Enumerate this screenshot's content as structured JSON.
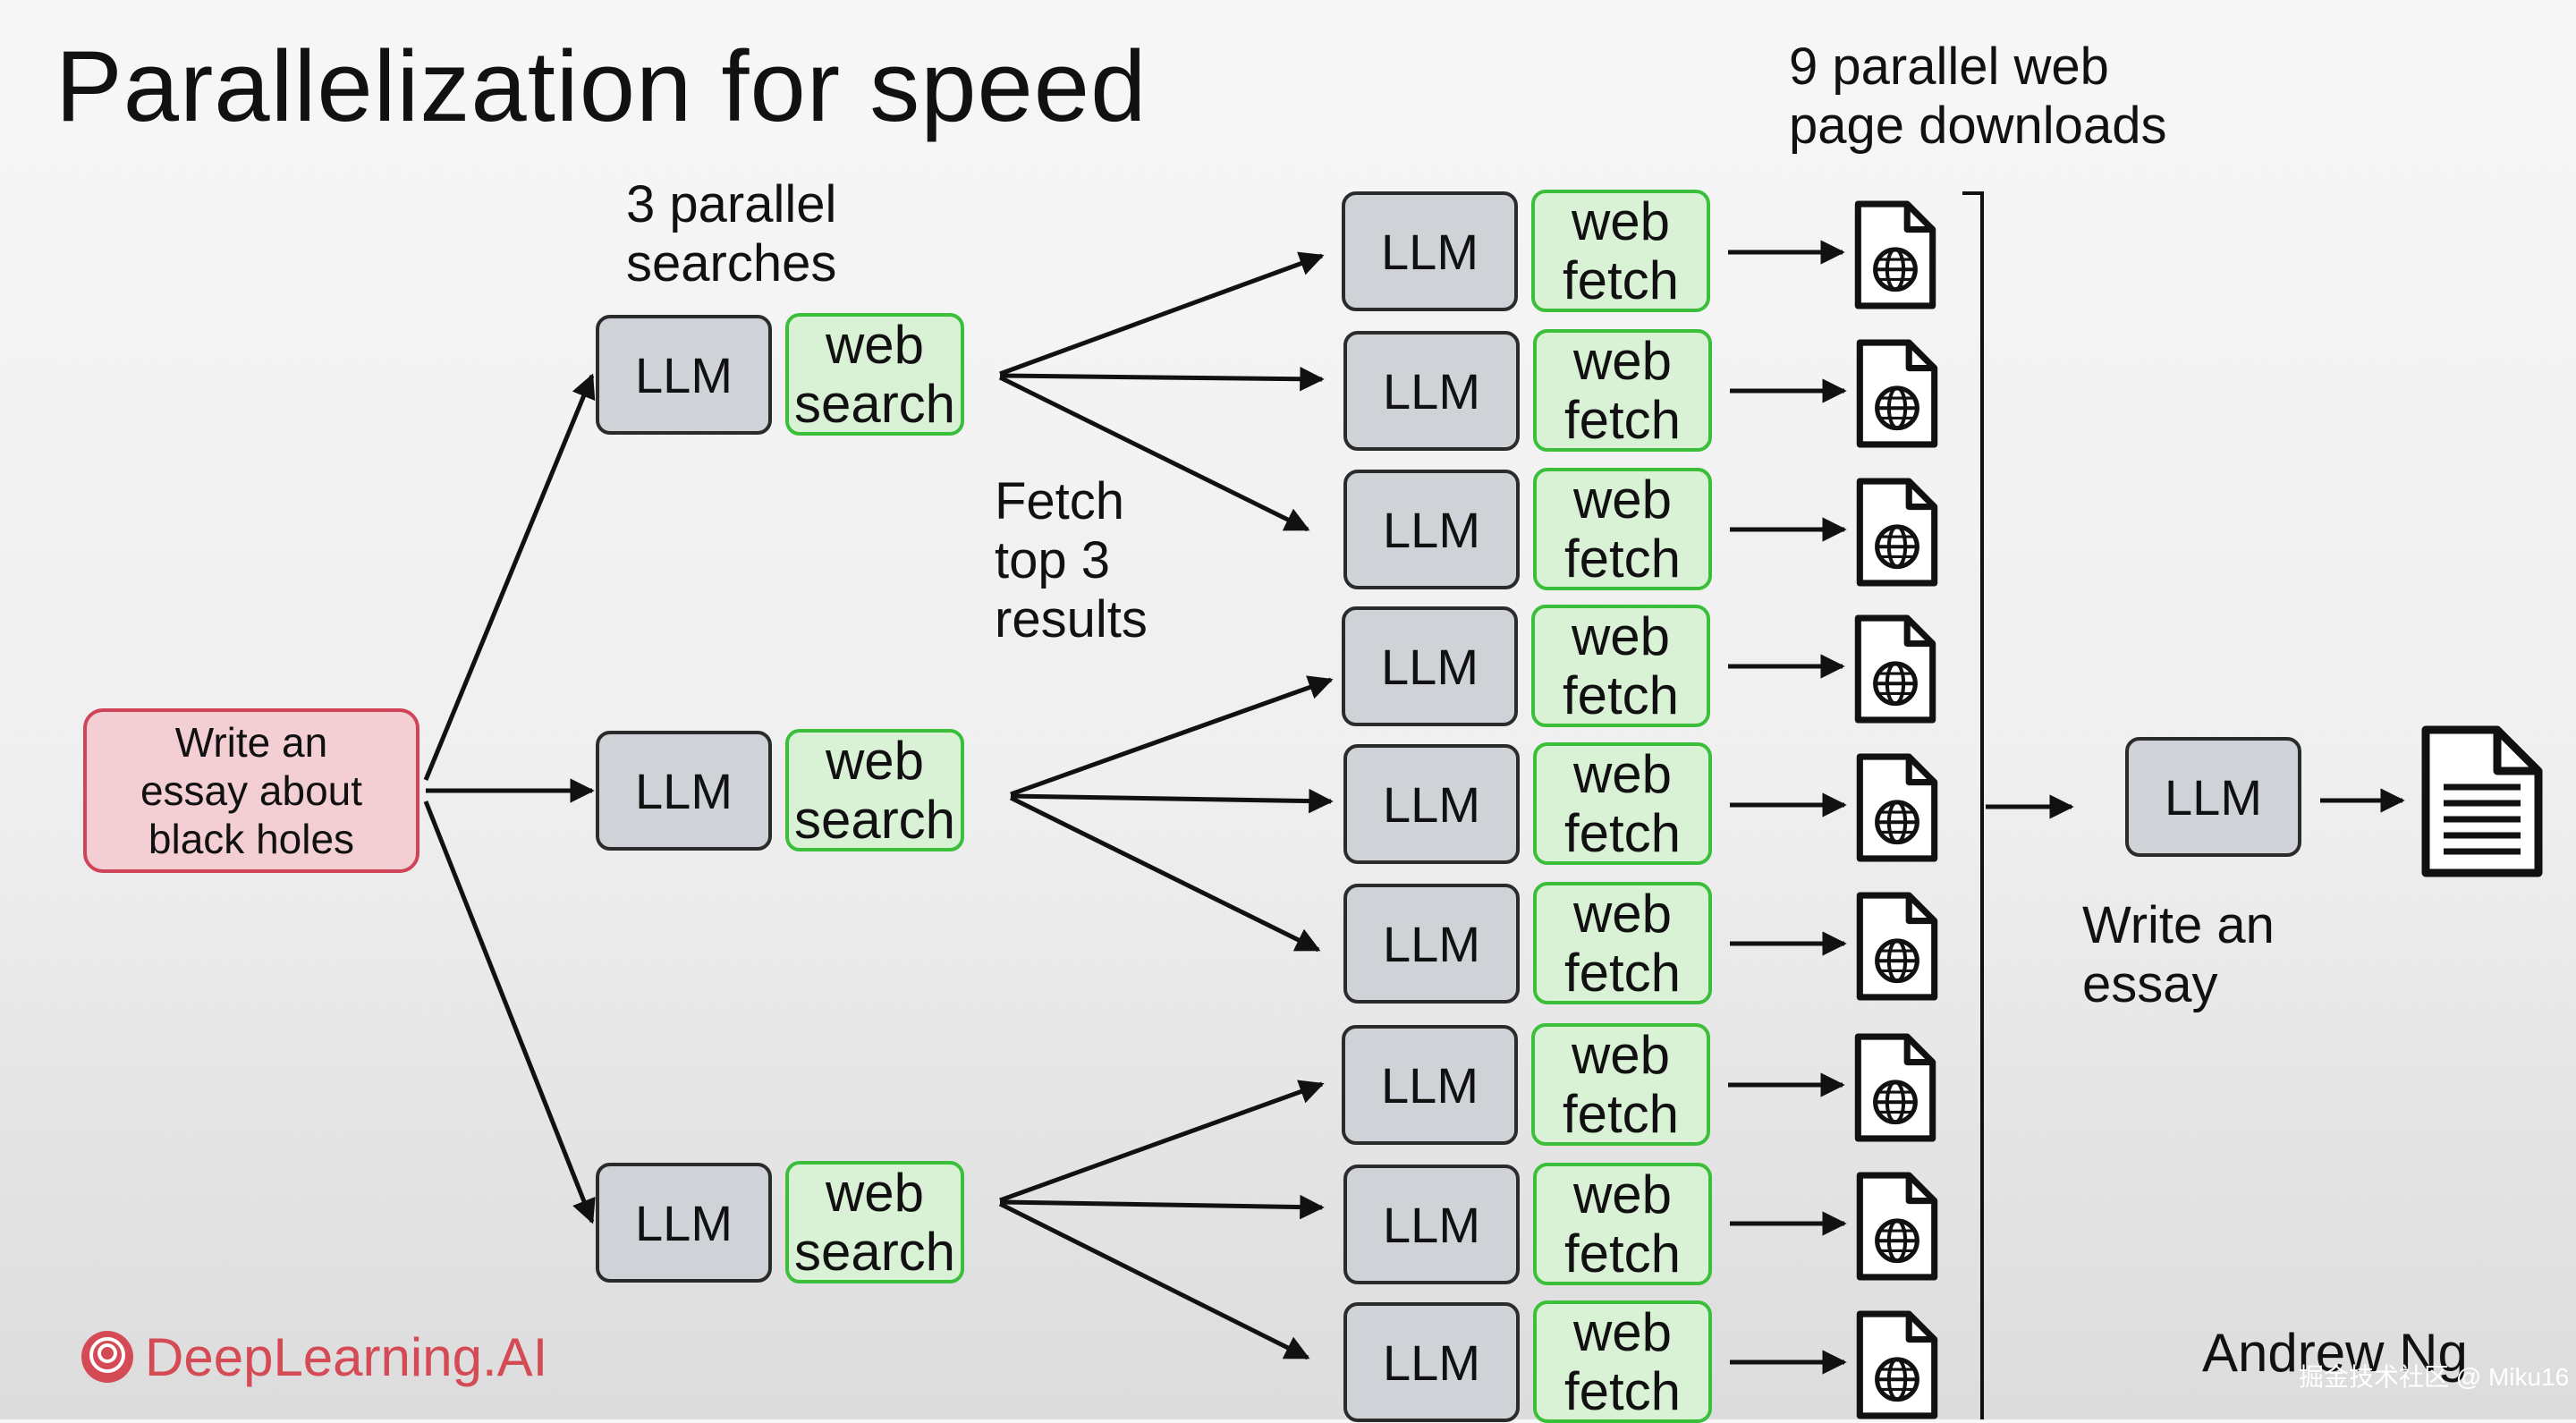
{
  "title": "Parallelization for speed",
  "captions": {
    "searches": [
      "3 parallel",
      "searches"
    ],
    "fetch": [
      "Fetch",
      "top 3",
      "results"
    ],
    "downloads": [
      "9 parallel web",
      "page downloads"
    ],
    "essay": [
      "Write an",
      "essay"
    ]
  },
  "task_box": [
    "Write an",
    "essay about",
    "black holes"
  ],
  "llm_label": "LLM",
  "web_search": [
    "web",
    "search"
  ],
  "web_fetch": [
    "web",
    "fetch"
  ],
  "icons": {
    "web_page": "web-page-globe-icon",
    "document": "document-icon",
    "logo": "deeplearning-logo-icon"
  },
  "logo_text": "DeepLearning.AI",
  "author": "Andrew Ng",
  "watermark": "掘金技术社区 @ Miku16",
  "colors": {
    "llm_fill": "#cfd3d8",
    "search_fill": "#d9f2d6",
    "search_border": "#3bbf3b",
    "task_fill": "#f3cfd4",
    "task_border": "#d04458",
    "logo": "#d44a55"
  }
}
